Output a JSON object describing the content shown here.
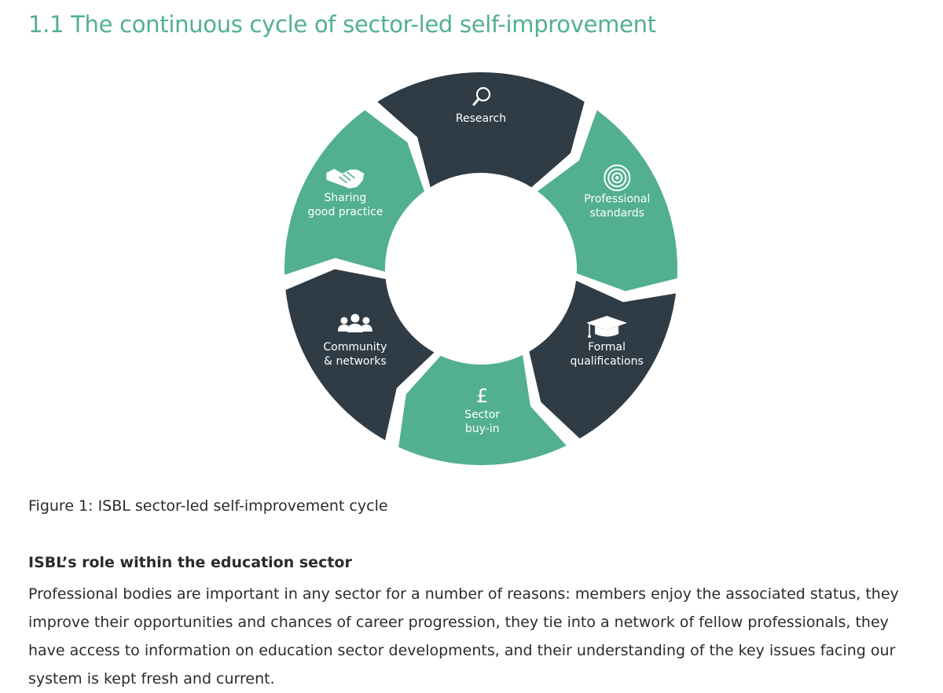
{
  "heading": "1.1 The continuous cycle of sector-led self-improvement",
  "colors": {
    "accent": "#52b08f",
    "dark": "#2f3b45",
    "text": "#2b2b2b"
  },
  "diagram": {
    "segments": [
      {
        "lines": [
          "Research"
        ],
        "icon": "magnifier-icon",
        "color": "dark"
      },
      {
        "lines": [
          "Professional",
          "standards"
        ],
        "icon": "target-icon",
        "color": "accent"
      },
      {
        "lines": [
          "Formal",
          "qualifications"
        ],
        "icon": "graduation-cap-icon",
        "color": "dark"
      },
      {
        "lines": [
          "Sector",
          "buy-in"
        ],
        "icon": "pound-sign-icon",
        "color": "accent",
        "symbol": "£"
      },
      {
        "lines": [
          "Community",
          "& networks"
        ],
        "icon": "people-group-icon",
        "color": "dark"
      },
      {
        "lines": [
          "Sharing",
          "good practice"
        ],
        "icon": "handshake-icon",
        "color": "accent"
      }
    ]
  },
  "caption": "Figure 1: ISBL sector-led self-improvement cycle",
  "section": {
    "heading": "ISBL’s role within the education sector",
    "body": "Professional bodies are important in any sector for a number of reasons: members enjoy the associated status, they improve their opportunities and chances of career progression, they tie into a network of fellow professionals, they have access to information on education sector developments, and their understanding of the key issues facing our system is kept fresh and current."
  }
}
